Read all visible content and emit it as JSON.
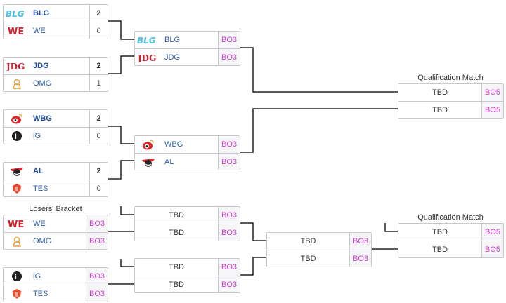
{
  "colors": {
    "line": "#222222",
    "border": "#c7c9cc",
    "team_text": "#2f5da8",
    "bo_text": "#d23ad2"
  },
  "labels": {
    "losers_bracket": "Losers' Bracket",
    "qualification_top": "Qualification Match",
    "qualification_bottom": "Qualification Match"
  },
  "winners_r1": [
    {
      "teams": [
        {
          "name": "BLG",
          "logo": "blg-logo",
          "score": "2",
          "winner": true
        },
        {
          "name": "WE",
          "logo": "we-logo",
          "score": "0",
          "winner": false
        }
      ]
    },
    {
      "teams": [
        {
          "name": "JDG",
          "logo": "jdg-logo",
          "score": "2",
          "winner": true
        },
        {
          "name": "OMG",
          "logo": "omg-logo",
          "score": "1",
          "winner": false
        }
      ]
    },
    {
      "teams": [
        {
          "name": "WBG",
          "logo": "wbg-logo",
          "score": "2",
          "winner": true
        },
        {
          "name": "iG",
          "logo": "ig-logo",
          "score": "0",
          "winner": false
        }
      ]
    },
    {
      "teams": [
        {
          "name": "AL",
          "logo": "al-logo",
          "score": "2",
          "winner": true
        },
        {
          "name": "TES",
          "logo": "tes-logo",
          "score": "0",
          "winner": false
        }
      ]
    }
  ],
  "winners_r2": [
    {
      "teams": [
        {
          "name": "BLG",
          "logo": "blg-logo",
          "score": "BO3"
        },
        {
          "name": "JDG",
          "logo": "jdg-logo",
          "score": "BO3"
        }
      ]
    },
    {
      "teams": [
        {
          "name": "WBG",
          "logo": "wbg-logo",
          "score": "BO3"
        },
        {
          "name": "AL",
          "logo": "al-logo",
          "score": "BO3"
        }
      ]
    }
  ],
  "qualification_top": {
    "teams": [
      {
        "name": "TBD",
        "score": "BO5"
      },
      {
        "name": "TBD",
        "score": "BO5"
      }
    ]
  },
  "losers_r1": [
    {
      "teams": [
        {
          "name": "WE",
          "logo": "we-logo",
          "score": "BO3"
        },
        {
          "name": "OMG",
          "logo": "omg-logo",
          "score": "BO3"
        }
      ]
    },
    {
      "teams": [
        {
          "name": "iG",
          "logo": "ig-logo",
          "score": "BO3"
        },
        {
          "name": "TES",
          "logo": "tes-logo",
          "score": "BO3"
        }
      ]
    }
  ],
  "losers_r2": [
    {
      "teams": [
        {
          "name": "TBD",
          "score": "BO3"
        },
        {
          "name": "TBD",
          "score": "BO3"
        }
      ]
    },
    {
      "teams": [
        {
          "name": "TBD",
          "score": "BO3"
        },
        {
          "name": "TBD",
          "score": "BO3"
        }
      ]
    }
  ],
  "losers_r3": {
    "teams": [
      {
        "name": "TBD",
        "score": "BO3"
      },
      {
        "name": "TBD",
        "score": "BO3"
      }
    ]
  },
  "qualification_bottom": {
    "teams": [
      {
        "name": "TBD",
        "score": "BO5"
      },
      {
        "name": "TBD",
        "score": "BO5"
      }
    ]
  }
}
